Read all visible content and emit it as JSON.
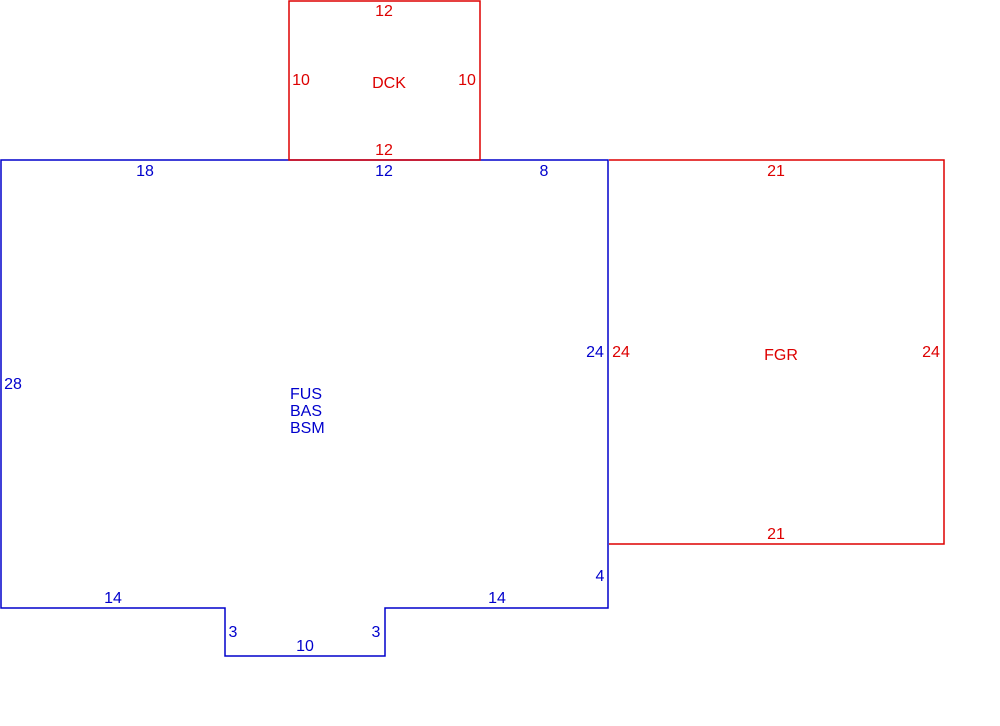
{
  "colors": {
    "main": "#0000cc",
    "addon": "#dd0000",
    "background": "#ffffff"
  },
  "main_building": {
    "labels": [
      "FUS",
      "BAS",
      "BSM"
    ],
    "dims": {
      "top_left": "18",
      "top_mid": "12",
      "top_right": "8",
      "left": "28",
      "right_upper": "24",
      "right_lower": "4",
      "bottom_left": "14",
      "bottom_right": "14",
      "notch_left": "3",
      "notch_right": "3",
      "notch_bottom": "10"
    }
  },
  "deck": {
    "label": "DCK",
    "dims": {
      "top": "12",
      "bottom": "12",
      "left": "10",
      "right": "10"
    }
  },
  "garage": {
    "label": "FGR",
    "dims": {
      "top": "21",
      "bottom": "21",
      "left": "24",
      "right": "24"
    }
  }
}
